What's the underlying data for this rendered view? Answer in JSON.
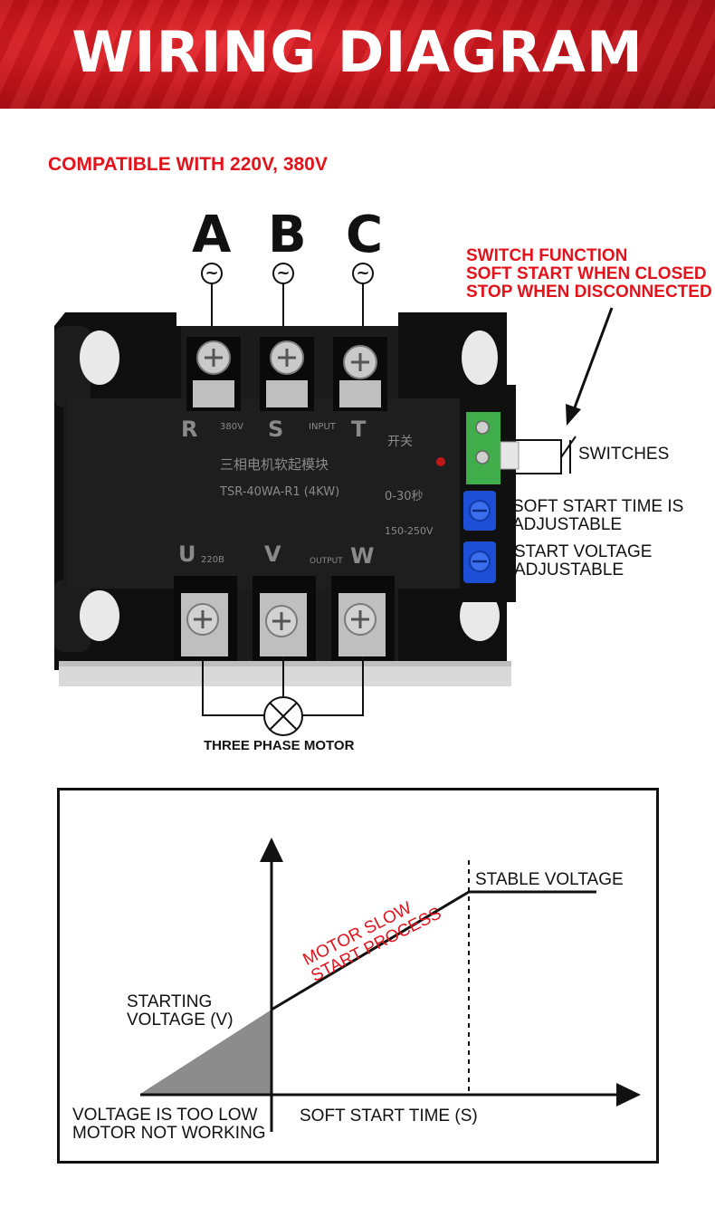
{
  "header": {
    "title": "WIRING DIAGRAM"
  },
  "compatibility": "COMPATIBLE WITH 220V, 380V",
  "input_phases": [
    {
      "letter": "A",
      "symbol": "~"
    },
    {
      "letter": "B",
      "symbol": "~"
    },
    {
      "letter": "C",
      "symbol": "~"
    }
  ],
  "switch_function": {
    "line1": "SWITCH FUNCTION",
    "line2": "SOFT START WHEN CLOSED",
    "line3": "STOP WHEN DISCONNECTED"
  },
  "side_labels": {
    "switches": "SWITCHES",
    "soft_start_line1": "SOFT START TIME IS",
    "soft_start_line2": "ADJUSTABLE",
    "start_voltage_line1": "START VOLTAGE",
    "start_voltage_line2": "ADJUSTABLE"
  },
  "module": {
    "input_terminals": [
      "R",
      "S",
      "T"
    ],
    "output_terminals": [
      "U",
      "V",
      "W"
    ],
    "voltage_marking": "380V",
    "input_marking": "INPUT",
    "output_marking": "OUTPUT",
    "output_voltage_marking": "220B",
    "name_cn": "三相电机软起模块",
    "model": "TSR-40WA-R1 (4KW)",
    "switch_cn": "开关",
    "time_range": "0-30秒",
    "voltage_range": "150-250V",
    "colors": {
      "body": "#151515",
      "screw": "#c8c8c8",
      "switch_terminal": "#3fae4a",
      "pot": "#1d4fd6"
    }
  },
  "motor_label": "THREE PHASE MOTOR",
  "graph": {
    "starting_voltage_line1": "STARTING",
    "starting_voltage_line2": "VOLTAGE (V)",
    "too_low_line1": "VOLTAGE IS TOO LOW",
    "too_low_line2": "MOTOR NOT WORKING",
    "x_axis_label": "SOFT START TIME (S)",
    "stable": "STABLE VOLTAGE",
    "process_line1": "MOTOR SLOW",
    "process_line2": "START PROCESS",
    "accent": "#e3121b"
  }
}
